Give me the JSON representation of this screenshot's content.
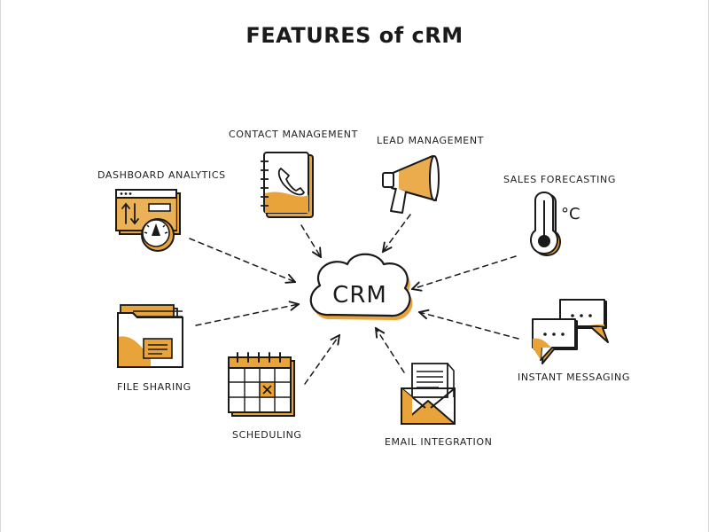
{
  "title": "FEATURES of cRM",
  "center": {
    "label": "CRM"
  },
  "features": [
    {
      "id": "contact-management",
      "label": "CONTACT MANAGEMENT",
      "icon": "address-book-icon"
    },
    {
      "id": "lead-management",
      "label": "LEAD MANAGEMENT",
      "icon": "megaphone-icon"
    },
    {
      "id": "dashboard-analytics",
      "label": "DASHBOARD ANALYTICS",
      "icon": "dashboard-gauge-icon"
    },
    {
      "id": "sales-forecasting",
      "label": "SALES FORECASTING",
      "icon": "thermometer-icon",
      "unit_text": "°C"
    },
    {
      "id": "file-sharing",
      "label": "FILE SHARING",
      "icon": "folder-icon"
    },
    {
      "id": "instant-messaging",
      "label": "INSTANT MESSAGING",
      "icon": "chat-bubbles-icon"
    },
    {
      "id": "scheduling",
      "label": "SCHEDULING",
      "icon": "calendar-icon"
    },
    {
      "id": "email-integration",
      "label": "EMAIL INTEGRATION",
      "icon": "envelope-icon"
    }
  ],
  "colors": {
    "accent": "#E8A33A",
    "ink": "#1a1a1a",
    "background": "#ffffff"
  }
}
